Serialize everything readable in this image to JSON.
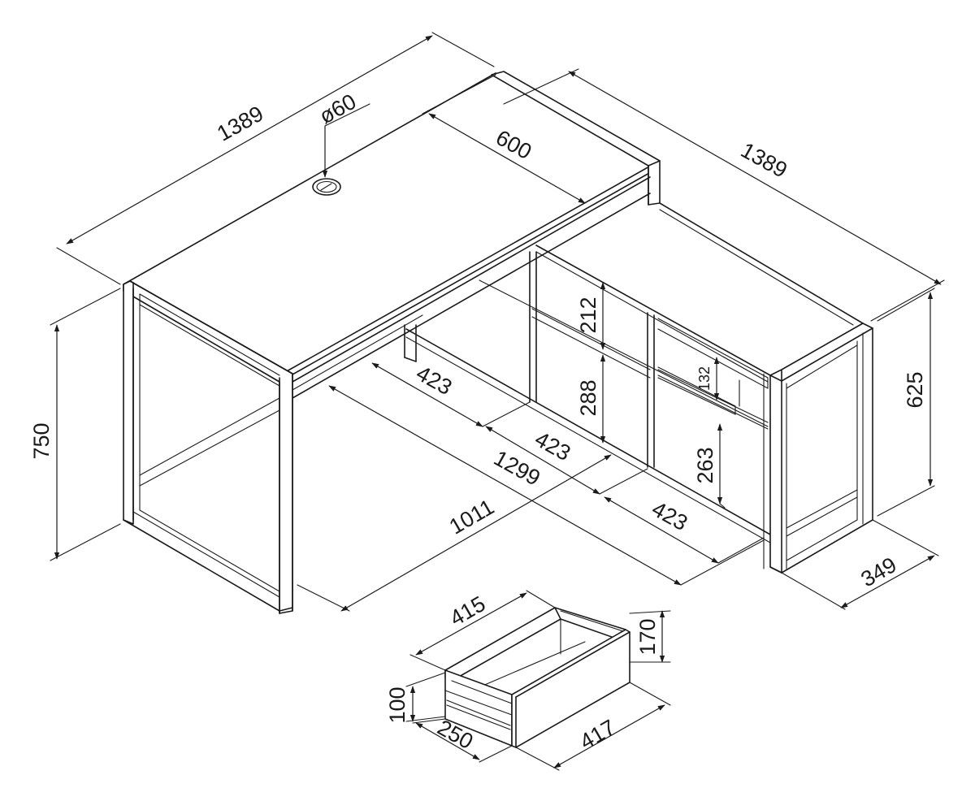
{
  "dimensions": {
    "desk_length": "1389",
    "cable_hole": "ø60",
    "desk_depth": "600",
    "return_length": "1389",
    "desk_height": "750",
    "return_height": "625",
    "shelf_212": "212",
    "shelf_288": "288",
    "shelf_263": "263",
    "shelf_132": "132",
    "bay_1": "423",
    "bay_2": "423",
    "bay_3": "423",
    "return_inner": "1299",
    "desk_inner": "1011",
    "return_depth": "349",
    "drawer_width": "415",
    "drawer_front_height": "170",
    "drawer_side_height": "100",
    "drawer_depth": "250",
    "drawer_front_width": "417"
  }
}
